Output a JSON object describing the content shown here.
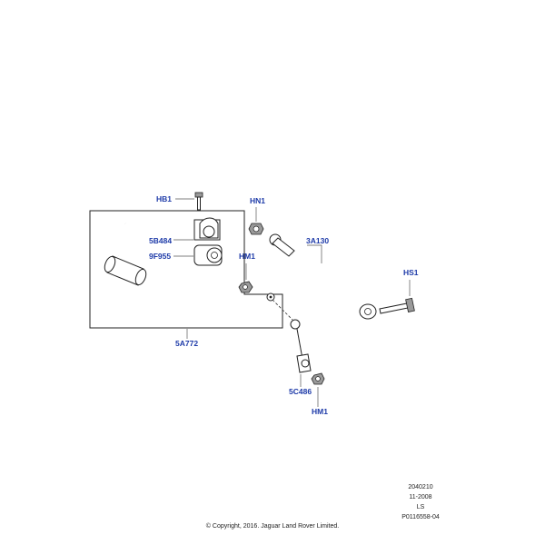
{
  "callouts": {
    "hb1": "HB1",
    "b5484": "5B484",
    "f9955": "9F955",
    "a5772": "5A772",
    "hn1": "HN1",
    "a3130": "3A130",
    "hm1_top": "HM1",
    "hs1": "HS1",
    "c5486": "5C486",
    "hm1_bottom": "HM1"
  },
  "meta": {
    "code": "2040210",
    "date": "11-2008",
    "ls": "LS",
    "part_ref": "P0116558-04",
    "copyright": "© Copyright, 2016. Jaguar Land Rover Limited."
  }
}
